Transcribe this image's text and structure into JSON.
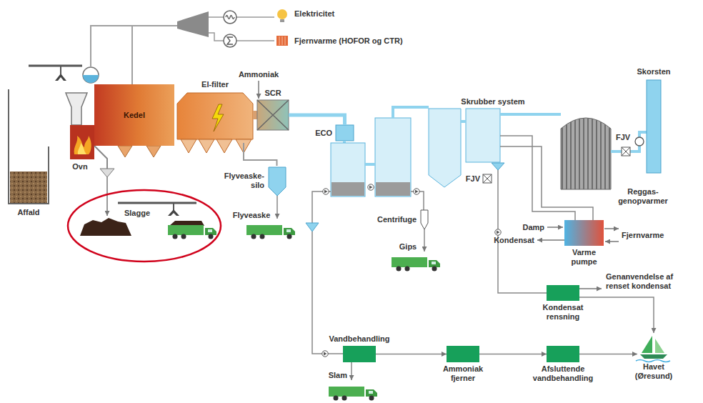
{
  "diagram": {
    "nodes": [
      {
        "text": [
          "Kedel"
        ]
      },
      {
        "text": [
          "El-filter"
        ]
      },
      {
        "text": [
          "SCR"
        ]
      },
      {
        "text": [
          "ECO"
        ]
      },
      {
        "text": [
          "Flyveaske-silo"
        ]
      },
      {
        "text": [
          "Centrifuge"
        ]
      },
      {
        "text": [
          "Varme pumpe"
        ]
      },
      {
        "text": [
          "Kondensat rensning"
        ]
      },
      {
        "text": [
          "Vandbehandling"
        ]
      },
      {
        "text": [
          "Ammoniak fjerner"
        ]
      },
      {
        "text": [
          "Afsluttende vandbehandling"
        ]
      },
      {
        "text": [
          "Havet (Øresund)"
        ]
      }
    ],
    "edges": [
      {
        "from": 1,
        "to": 4,
        "arrow": "none"
      },
      {
        "from": 2,
        "to": 3,
        "arrow": "none"
      },
      {
        "from": 8,
        "to": 9,
        "arrow": "to"
      },
      {
        "from": 9,
        "to": 10,
        "arrow": "to"
      },
      {
        "from": 10,
        "to": 11,
        "arrow": "to"
      },
      {
        "from": 7,
        "to": 11,
        "arrow": "to"
      }
    ],
    "labels": [
      "Elektricitet",
      "Fjernvarme (HOFOR og CTR)",
      "Ammoniak",
      "Ovn",
      "Affald",
      "Slagge",
      "Flyveaske",
      "Skrubber system",
      "FJV",
      "FJV",
      "Reggas-genopvarmer",
      "Skorsten",
      "Gips",
      "Damp",
      "Kondensat",
      "Fjernvarme",
      "Genanvendelse af renset kondensat",
      "Slam"
    ]
  }
}
